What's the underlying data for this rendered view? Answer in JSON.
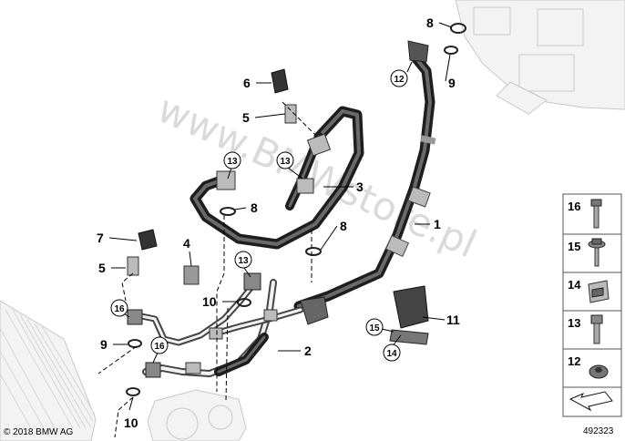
{
  "watermark": "www.BMWstore.pl",
  "copyright": "© 2018 BMW AG",
  "diagram_number": "492323",
  "callouts": [
    {
      "id": "c1",
      "text": "1"
    },
    {
      "id": "c2",
      "text": "2"
    },
    {
      "id": "c3",
      "text": "3"
    },
    {
      "id": "c4",
      "text": "4"
    },
    {
      "id": "c5a",
      "text": "5"
    },
    {
      "id": "c5b",
      "text": "5"
    },
    {
      "id": "c6",
      "text": "6"
    },
    {
      "id": "c7",
      "text": "7"
    },
    {
      "id": "c8a",
      "text": "8"
    },
    {
      "id": "c8b",
      "text": "8"
    },
    {
      "id": "c8c",
      "text": "8"
    },
    {
      "id": "c9a",
      "text": "9"
    },
    {
      "id": "c9b",
      "text": "9"
    },
    {
      "id": "c10a",
      "text": "10"
    },
    {
      "id": "c10b",
      "text": "10"
    },
    {
      "id": "c11",
      "text": "11"
    }
  ],
  "circled_callouts": [
    {
      "id": "k12",
      "text": "12"
    },
    {
      "id": "k13a",
      "text": "13"
    },
    {
      "id": "k13b",
      "text": "13"
    },
    {
      "id": "k13c",
      "text": "13"
    },
    {
      "id": "k14",
      "text": "14"
    },
    {
      "id": "k15",
      "text": "15"
    },
    {
      "id": "k16a",
      "text": "16"
    },
    {
      "id": "k16b",
      "text": "16"
    }
  ],
  "legend": [
    {
      "number": "16",
      "part": "hex-flange-bolt"
    },
    {
      "number": "15",
      "part": "hex-bolt-washer"
    },
    {
      "number": "14",
      "part": "clip-nut"
    },
    {
      "number": "13",
      "part": "socket-bolt"
    },
    {
      "number": "12",
      "part": "collar-nut"
    }
  ],
  "colors": {
    "hose": "#1e1e1e",
    "pipe": "#444444",
    "ghost": "#c8c8c8",
    "watermark": "#bdbdbd",
    "background": "#ffffff"
  }
}
